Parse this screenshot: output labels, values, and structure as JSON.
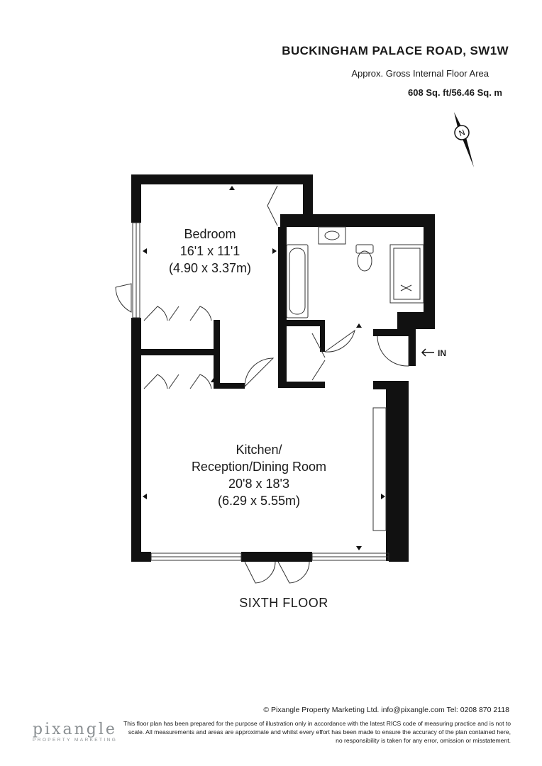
{
  "header": {
    "title": "BUCKINGHAM PALACE ROAD, SW1W",
    "area_label": "Approx. Gross Internal Floor Area",
    "area_value": "608 Sq. ft/56.46 Sq. m"
  },
  "compass": {
    "letter": "N",
    "icon": "compass-north-arrow-icon"
  },
  "rooms": {
    "bedroom": {
      "name": "Bedroom",
      "imperial": "16'1 x 11'1",
      "metric": "(4.90 x 3.37m)"
    },
    "kitchen": {
      "name_line1": "Kitchen/",
      "name_line2": "Reception/Dining Room",
      "imperial": "20'8 x 18'3",
      "metric": "(6.29 x 5.55m)"
    }
  },
  "entrance_label": "IN",
  "floor_label": "SIXTH FLOOR",
  "footer": {
    "contact": "© Pixangle Property Marketing Ltd. info@pixangle.com Tel: 0208 870 2118",
    "disclaimer": "This floor plan has been prepared for the purpose of illustration only in accordance with the latest RICS code of measuring practice and is not to scale. All measurements and areas are approximate and whilst every effort has been made to ensure the accuracy of the plan contained here, no responsibility is taken for any error, omission or misstatement.",
    "logo_main": "pixangle",
    "logo_sub": "PROPERTY MARKETING"
  },
  "colors": {
    "wall": "#111111",
    "line": "#333333",
    "logo": "#8a8f92"
  }
}
